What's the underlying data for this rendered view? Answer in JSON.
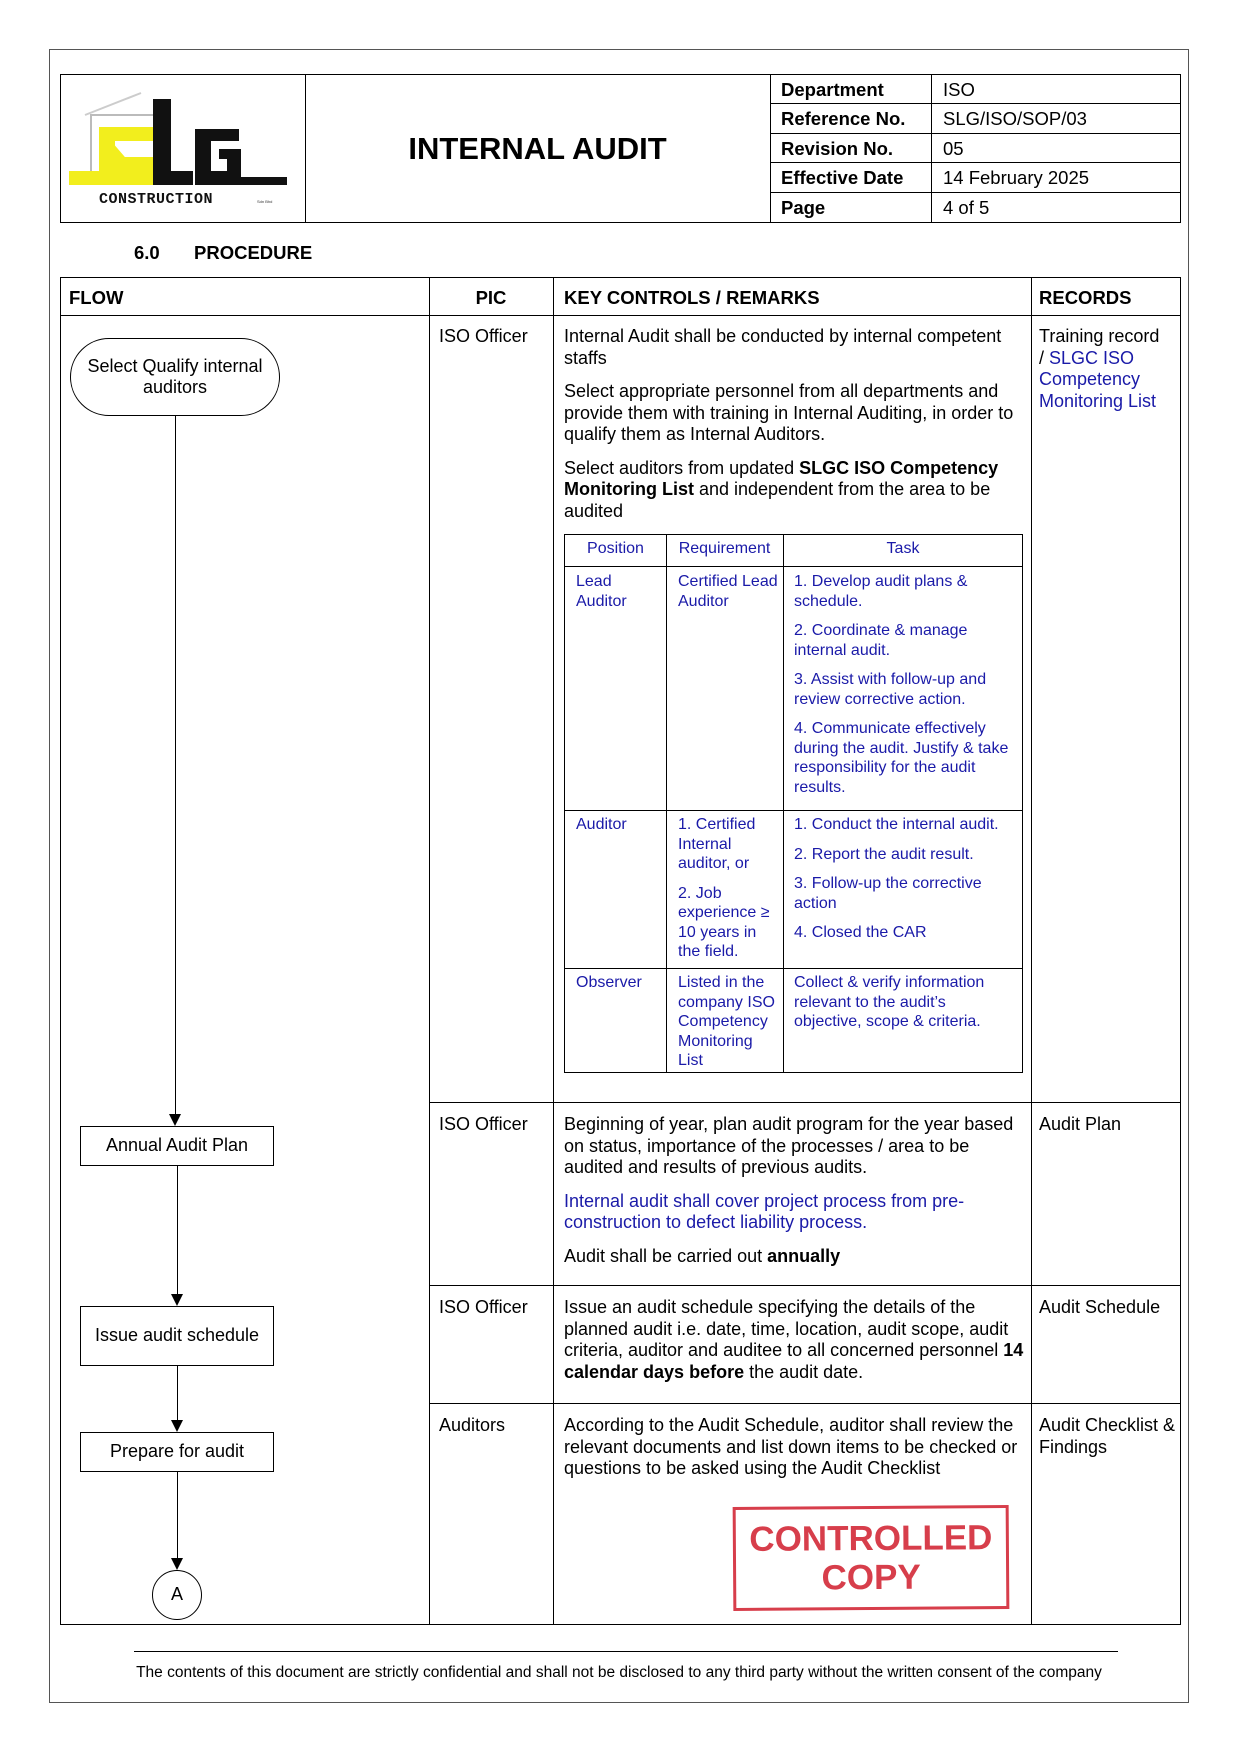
{
  "header": {
    "logo": {
      "main": "SLG",
      "sub": "CONSTRUCTION",
      "tiny": "Sdn Bhd"
    },
    "title": "INTERNAL AUDIT",
    "meta": [
      {
        "label": "Department",
        "value": "ISO"
      },
      {
        "label": "Reference No.",
        "value": "SLG/ISO/SOP/03"
      },
      {
        "label": "Revision No.",
        "value": "05"
      },
      {
        "label": "Effective Date",
        "value": "14 February 2025"
      },
      {
        "label": "Page",
        "value": "4 of 5"
      }
    ]
  },
  "section": {
    "number": "6.0",
    "title": "PROCEDURE"
  },
  "table": {
    "headers": {
      "flow": "FLOW",
      "pic": "PIC",
      "key": "KEY CONTROLS / REMARKS",
      "records": "RECORDS"
    },
    "rows": [
      {
        "flow": "Select Qualify internal auditors",
        "pic": "ISO Officer",
        "p1": "Internal Audit shall be conducted by internal competent staffs",
        "p2": "Select appropriate personnel from all departments and provide them with training in Internal Auditing, in order to qualify them as Internal Auditors.",
        "p3_a": "Select auditors from updated ",
        "p3_b": "SLGC ISO Competency Monitoring List",
        "p3_c": " and independent from the area to be audited",
        "records_a": "Training record",
        "records_b": "/ ",
        "records_c": "SLGC ISO Competency Monitoring List"
      },
      {
        "flow": "Annual Audit Plan",
        "pic": "ISO Officer",
        "p1": "Beginning of year, plan audit program for the year based on status, importance of the processes / area to be audited and results of previous audits.",
        "p2": "Internal audit shall cover project process from pre-construction to defect liability process.",
        "p3_a": "Audit shall be carried out ",
        "p3_b": "annually",
        "records": "Audit Plan"
      },
      {
        "flow": "Issue audit schedule",
        "pic": "ISO Officer",
        "p1_a": "Issue an audit schedule specifying the details of the planned audit i.e. date, time, location, audit scope, audit criteria, auditor and auditee to all concerned personnel ",
        "p1_b": "14 calendar days before",
        "p1_c": " the audit date.",
        "records": "Audit Schedule"
      },
      {
        "flow": "Prepare for audit",
        "pic": "Auditors",
        "p1": "According to the Audit Schedule, auditor shall review the relevant documents and list down items to be checked or questions to be asked using the Audit Checklist",
        "records": "Audit Checklist & Findings"
      }
    ],
    "connector": "A"
  },
  "position_table": {
    "headers": [
      "Position",
      "Requirement",
      "Task"
    ],
    "lead": {
      "position": "Lead Auditor",
      "requirement": "Certified Lead Auditor",
      "tasks": [
        "1. Develop audit plans & schedule.",
        "2. Coordinate & manage internal audit.",
        "3. Assist with follow-up and review corrective action.",
        "4. Communicate effectively during the audit. Justify & take responsibility for the audit results."
      ]
    },
    "auditor": {
      "position": "Auditor",
      "requirements": [
        "1. Certified Internal auditor, or",
        "2. Job experience ≥ 10 years in the field."
      ],
      "tasks": [
        "1. Conduct the internal audit.",
        "2. Report the audit result.",
        "3. Follow-up the corrective action",
        "4. Closed the CAR"
      ]
    },
    "observer": {
      "position": "Observer",
      "requirement": "Listed in the company ISO Competency Monitoring List",
      "task": "Collect & verify information relevant to the audit’s objective, scope & criteria."
    }
  },
  "stamp": {
    "line1": "CONTROLLED",
    "line2": "COPY"
  },
  "footer": "The contents of this document are strictly confidential and shall not be disclosed to any third party without the written consent of the company",
  "colors": {
    "link_blue": "#1a1aa8",
    "stamp_red": "#d32a38",
    "logo_yellow": "#f2ee1d"
  }
}
